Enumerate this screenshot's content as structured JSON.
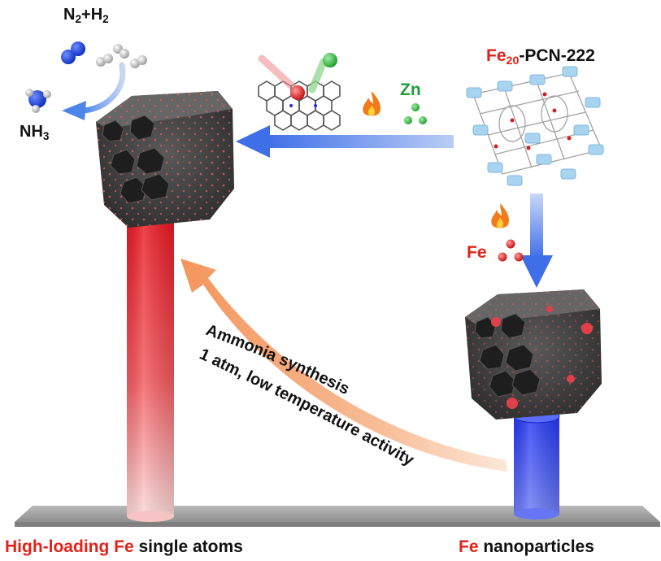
{
  "labels": {
    "gas_reactant_main": "N",
    "gas_reactant_sub1": "2",
    "gas_reactant_mid": "+H",
    "gas_reactant_sub2": "2",
    "product_main": "NH",
    "product_sub": "3",
    "mof_prefix": "Fe",
    "mof_prefix_sub": "20",
    "mof_name": "-PCN-222",
    "zn_label": "Zn",
    "fe_label": "Fe",
    "process_line1": "Ammonia synthesis",
    "process_line2": "1 atm, low temperature activity",
    "bottom_left_highlight": "High-loading Fe",
    "bottom_left_rest": " single atoms",
    "bottom_right_highlight": "Fe",
    "bottom_right_rest": " nanoparticles"
  },
  "icons": [
    "n2-molecule-icon",
    "h2-molecule-icon",
    "nh3-molecule-icon",
    "flame-icon",
    "zn-atoms-icon",
    "fe-atoms-icon",
    "porphyrin-icon",
    "mof-framework-icon",
    "carbon-hexagon-icon"
  ],
  "colors": {
    "high_loading_bar": "#e8141e",
    "nanoparticle_bar": "#2233ee",
    "blue_arrow": "#4a7bea",
    "orange_arrow": "#f5a673",
    "highlight_text": "#e32219",
    "zn_text": "#1f9e3a",
    "carbon": "#4a4a4a",
    "mof": "#a9d4f0"
  }
}
